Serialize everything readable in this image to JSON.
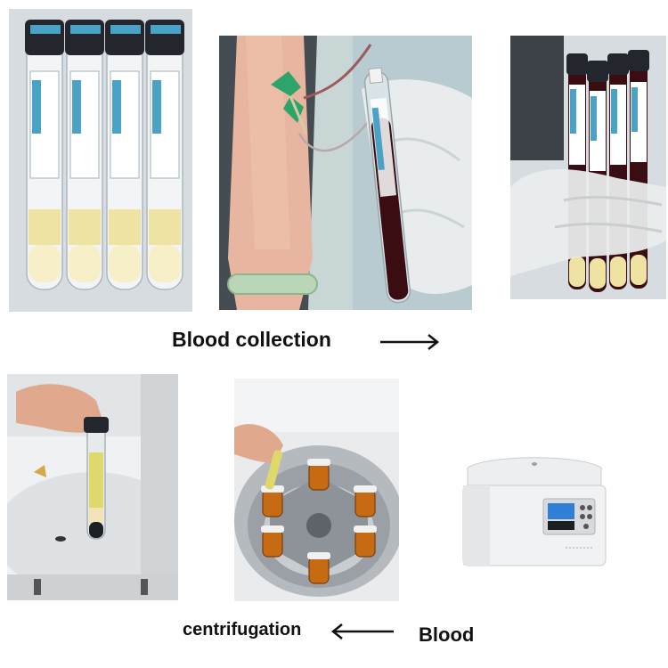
{
  "captions": {
    "blood_collection": "Blood collection",
    "centrifugation": "centrifugation",
    "blood": "Blood"
  },
  "colors": {
    "background": "#ffffff",
    "caption_text": "#111111",
    "tube_cap": "#23262d",
    "tube_label": "#4aa3c7",
    "plasma": "#efe3a3",
    "blood": "#3a0d12",
    "glove": "#e9ecec",
    "skin": "#e8b6a0",
    "centrifuge_body": "#f1f2f3",
    "centrifuge_display": "#2f7fd6",
    "bowl_metal": "#9aa0a6",
    "rotor_tube": "#c76a14"
  },
  "icons": {
    "collection_arrow": "arrow-right-icon",
    "process_arrow": "arrow-left-icon"
  }
}
